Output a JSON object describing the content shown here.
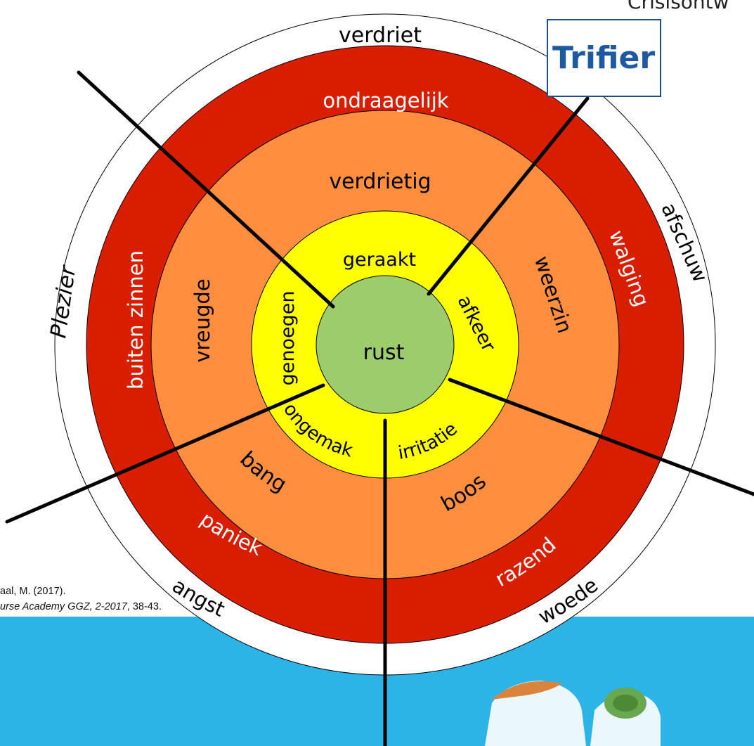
{
  "header_partial_text": "Crisisontw",
  "logo": {
    "text": "Trifier"
  },
  "wheel": {
    "center": {
      "label": "rust",
      "color": "#9ccc6c"
    },
    "ring_colors": {
      "inner": "#ffff00",
      "middle": "#ff8f3f",
      "outer": "#d91e00",
      "outermost": "#ffffff"
    },
    "inner": [
      "geraakt",
      "afkeer",
      "irritatie",
      "ongemak",
      "genoegen"
    ],
    "middle": [
      "verdrietig",
      "weerzin",
      "boos",
      "bang",
      "vreugde"
    ],
    "outer": [
      "ondraagelijk",
      "walging",
      "razend",
      "paniek",
      "buiten zinnen"
    ],
    "outermost": [
      "verdriet",
      "afschuw",
      "woede",
      "angst",
      "Plezier"
    ]
  },
  "citation": {
    "line1": "aal, M. (2017).",
    "line2_journal": "urse Academy GGZ, 2-2017",
    "line2_pages": ", 38-43."
  },
  "footer_band_color": "#2db4e6"
}
